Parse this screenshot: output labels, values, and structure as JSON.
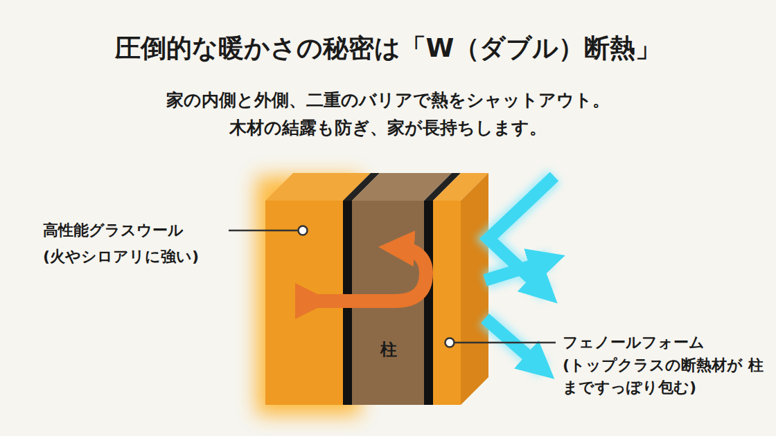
{
  "diagram": {
    "title": "圧倒的な暖かさの秘密は「W（ダブル）断熱」",
    "nodes": [
      {
        "text": [
          "柱"
        ]
      }
    ],
    "labels": [
      "家の内側と外側、二重のバリアで熱をシャットアウト。",
      "木材の結露も防ぎ、家が長持ちします。",
      "高性能グラスウール",
      "(火やシロアリに強い)",
      "フェノールフォーム",
      "(トップクラスの断熱材が 柱まですっぽり包む)"
    ]
  }
}
